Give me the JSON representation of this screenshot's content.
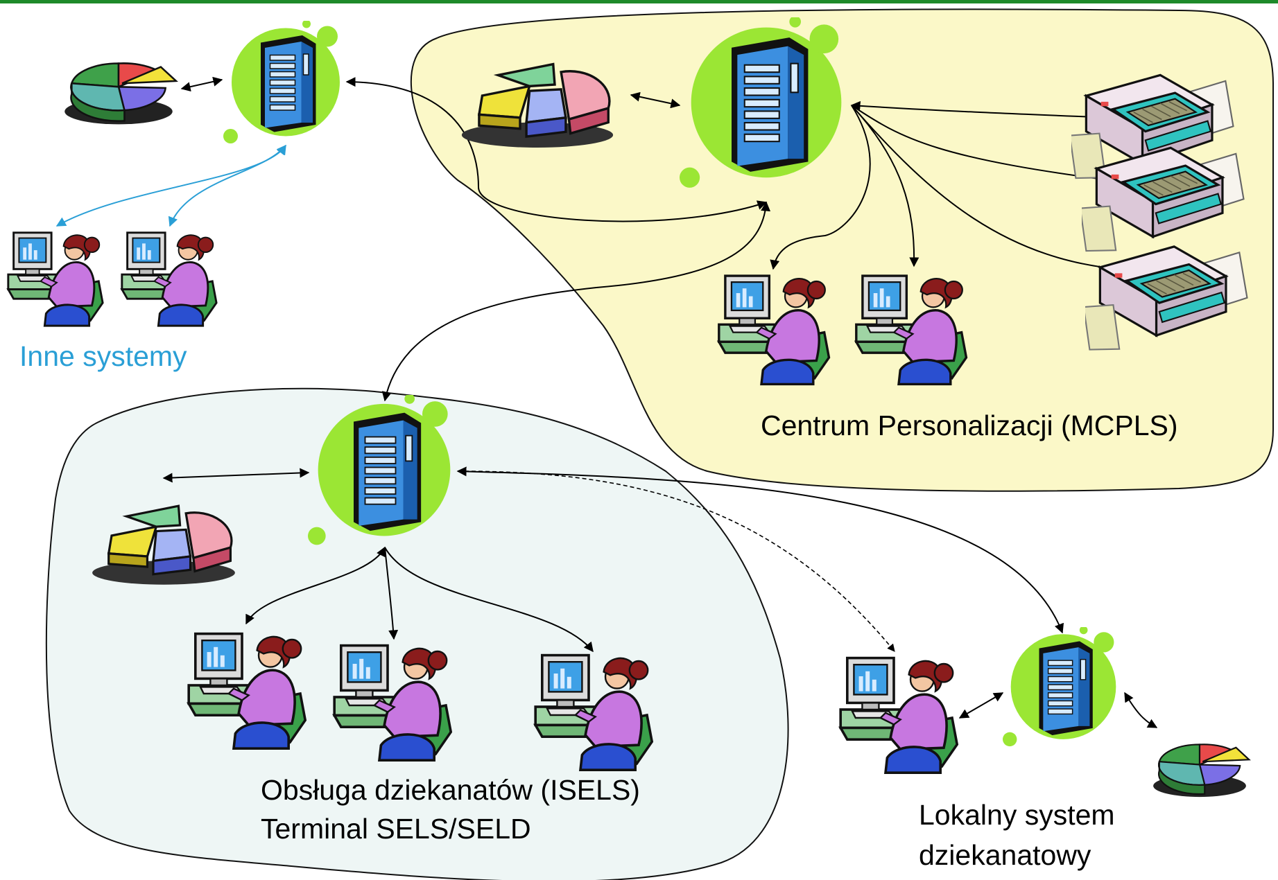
{
  "colors": {
    "top_bar": "#1e8a2a",
    "mcpls_region_fill": "#fbf8c8",
    "isels_region_fill": "#eef6f5",
    "server_blob": "#9be634",
    "server_body": "#3c8fe0",
    "inne_label": "#2a9fd6",
    "text": "#000000"
  },
  "icons": {
    "server": "server-tower-icon",
    "database": "pie-chart-database-icon",
    "workstation": "woman-at-computer-icon",
    "printer": "card-printer-icon"
  },
  "labels": {
    "inne_systemy": "Inne systemy",
    "centrum": "Centrum Personalizacji (MCPLS)",
    "isels_line1": "Obsługa dziekanatów (ISELS)",
    "isels_line2": "Terminal SELS/SELD",
    "lokalny_line1": "Lokalny system",
    "lokalny_line2": "dziekanatowy"
  }
}
